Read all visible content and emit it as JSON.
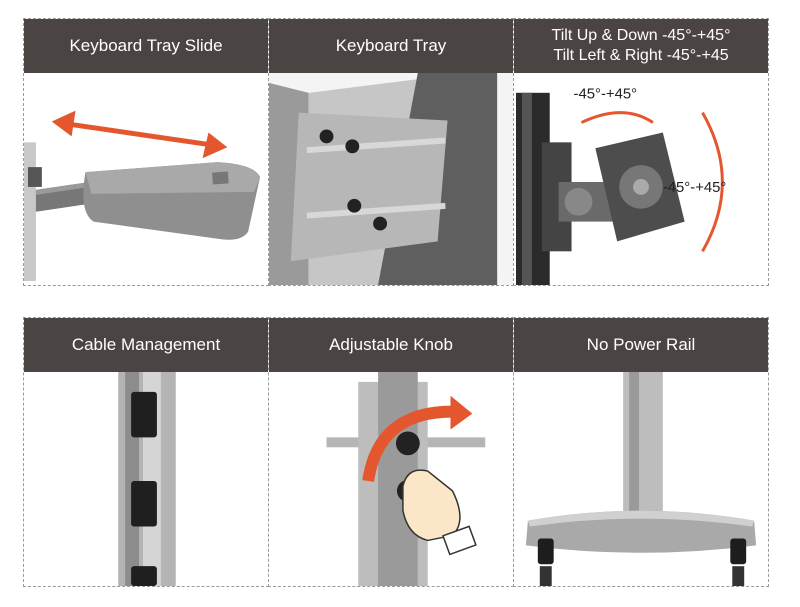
{
  "top_row": {
    "keyboard_slide": {
      "title": "Keyboard Tray Slide"
    },
    "keyboard_tray": {
      "title": "Keyboard Tray"
    },
    "tilt": {
      "title_line1": "Tilt Up & Down -45°-+45°",
      "title_line2": "Tilt Left & Right -45°-+45",
      "label_top": "-45°-+45°",
      "label_side": "-45°-+45°"
    }
  },
  "bottom_row": {
    "cable_management": {
      "title": "Cable Management"
    },
    "adjustable_knob": {
      "title": "Adjustable Knob"
    },
    "power_rail": {
      "title": "No Power Rail"
    }
  },
  "colors": {
    "header_bg": "#4a4543",
    "arrow": "#e4572e"
  }
}
